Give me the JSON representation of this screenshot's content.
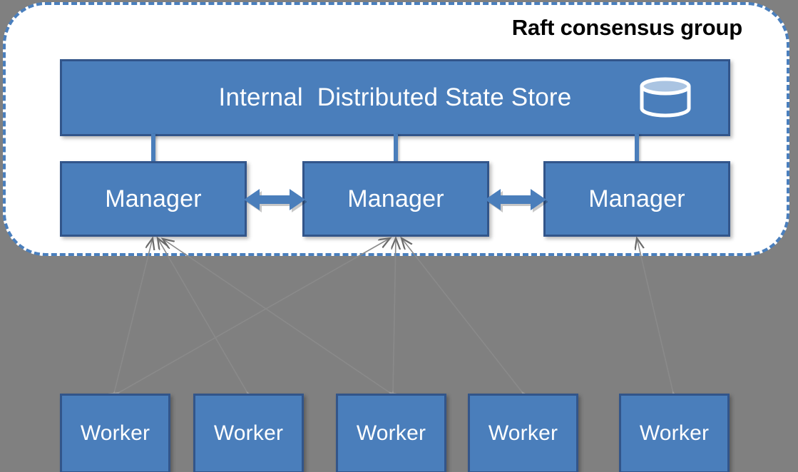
{
  "diagram": {
    "title": "Raft consensus group",
    "background_color": "#808080",
    "group_fill": "#ffffff",
    "group_border_color": "#4a7fbd",
    "node_fill": "#4a7ebb",
    "node_border": "#32558a",
    "node_text_color": "#ffffff",
    "arrow_color": "#4a7ebb",
    "thin_arrow_color": "#6b6b6b"
  },
  "state_store": {
    "label": "Internal  Distributed State Store",
    "icon": "database-cylinder-icon"
  },
  "managers": [
    {
      "label": "Manager"
    },
    {
      "label": "Manager"
    },
    {
      "label": "Manager"
    }
  ],
  "workers": [
    {
      "label": "Worker"
    },
    {
      "label": "Worker"
    },
    {
      "label": "Worker"
    },
    {
      "label": "Worker"
    },
    {
      "label": "Worker"
    }
  ],
  "connectors": {
    "store_to_manager_count": 3,
    "manager_peer_arrows": 2,
    "worker_to_manager_links": [
      {
        "from": "worker-1",
        "to": "manager-1"
      },
      {
        "from": "worker-2",
        "to": "manager-1"
      },
      {
        "from": "worker-3",
        "to": "manager-1"
      },
      {
        "from": "worker-1",
        "to": "manager-2"
      },
      {
        "from": "worker-3",
        "to": "manager-2"
      },
      {
        "from": "worker-4",
        "to": "manager-2"
      },
      {
        "from": "worker-5",
        "to": "manager-3"
      }
    ]
  }
}
